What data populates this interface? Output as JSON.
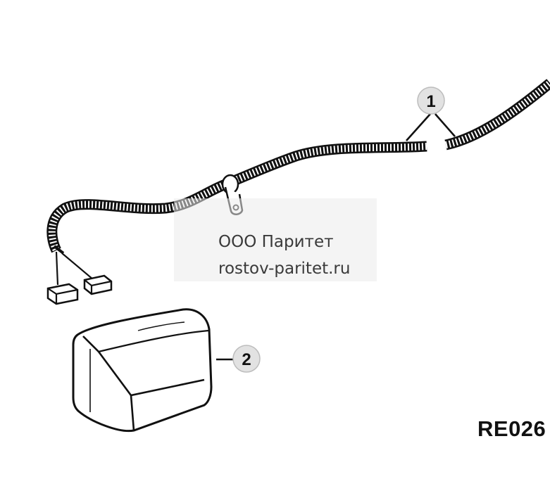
{
  "callouts": {
    "harness": "1",
    "cover": "2"
  },
  "watermark": {
    "line1": "ООО Паритет",
    "line2": "rostov-paritet.ru"
  },
  "figure_code": "RE026",
  "colors": {
    "ink": "#111111",
    "callout_fill": "#e2e2e2"
  }
}
